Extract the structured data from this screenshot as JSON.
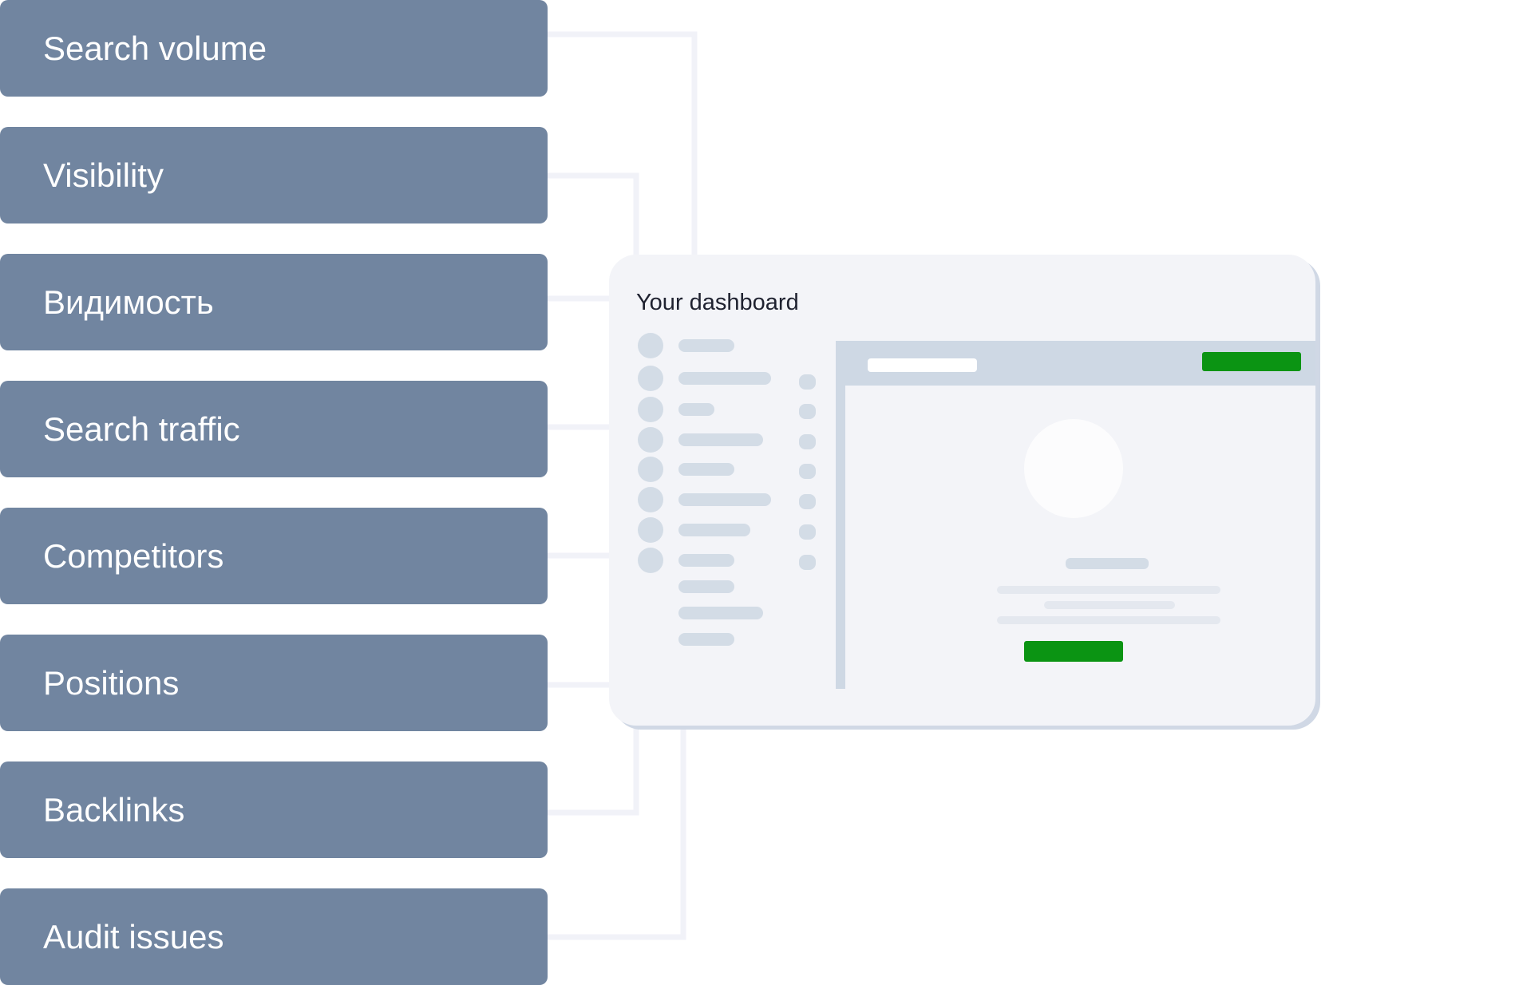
{
  "colors": {
    "card": "#7185a0",
    "card_text": "#ffffff",
    "connector": "#f1f2f8",
    "dashboard_bg": "#f3f4f8",
    "dashboard_shadow": "#d0d8e5",
    "skeleton": "#d3dce6",
    "panel_frame": "#ced8e4",
    "skeleton_light": "#e4e8ef",
    "accent": "#0b9413"
  },
  "metrics": [
    {
      "label": "Search volume"
    },
    {
      "label": "Visibility"
    },
    {
      "label": "Видимость"
    },
    {
      "label": "Search traffic"
    },
    {
      "label": "Competitors"
    },
    {
      "label": "Positions"
    },
    {
      "label": "Backlinks"
    },
    {
      "label": "Audit issues"
    }
  ],
  "dashboard": {
    "title": "Your dashboard"
  }
}
